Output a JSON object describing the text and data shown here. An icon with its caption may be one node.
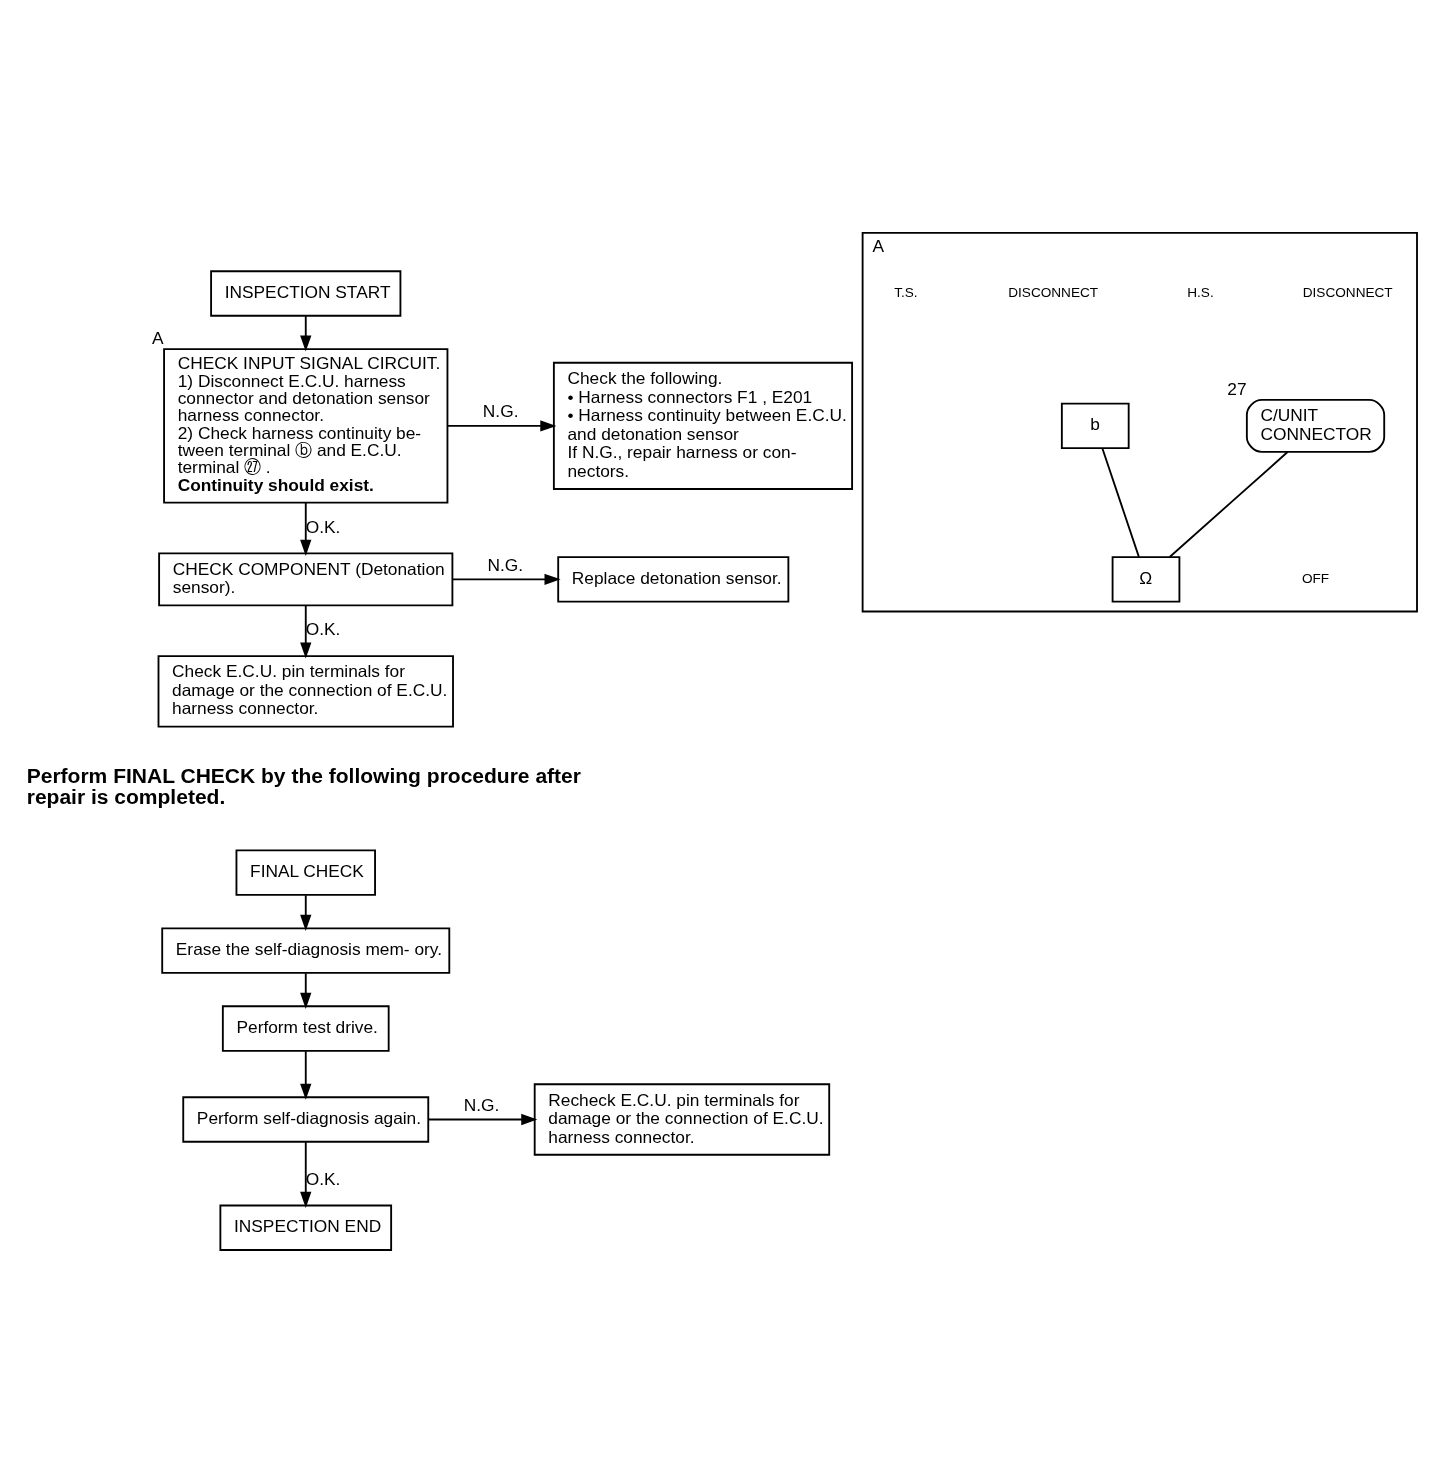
{
  "diagram": {
    "nodes": [
      {
        "text": [
          "A"
        ]
      },
      {
        "text": [
          "C/UNIT",
          "CONNECTOR"
        ],
        "in": 0,
        "beside": [
          "27"
        ]
      },
      {
        "text": [
          "b"
        ],
        "in": 0
      },
      {
        "text": [
          "Ω"
        ],
        "in": 0
      },
      {
        "text": [
          "INSPECTION START"
        ]
      },
      {
        "text": [
          "CHECK INPUT SIGNAL CIRCUIT.",
          "1) Disconnect E.C.U. harness connector and detonation sensor harness connector.",
          "2) Check harness continuity be- tween terminal ⓑ and E.C.U. terminal ㉗ .",
          "Continuity should exist."
        ],
        "beside": [
          "A"
        ]
      },
      {
        "text": [
          "Check the following.",
          "• Harness connectors F1 , E201",
          "• Harness continuity between E.C.U. and detonation sensor",
          "If N.G., repair harness or con- nectors."
        ]
      },
      {
        "text": [
          "CHECK COMPONENT (Detonation sensor)."
        ]
      },
      {
        "text": [
          "Replace detonation sensor."
        ]
      },
      {
        "text": [
          "Check E.C.U. pin terminals for damage or the connection of E.C.U. harness connector."
        ]
      },
      {
        "text": [
          "FINAL CHECK"
        ]
      },
      {
        "text": [
          "Erase the self-diagnosis mem- ory."
        ]
      },
      {
        "text": [
          "Perform test drive."
        ]
      },
      {
        "text": [
          "Perform self-diagnosis again."
        ]
      },
      {
        "text": [
          "Recheck E.C.U. pin terminals for damage or the connection of E.C.U. harness connector."
        ]
      },
      {
        "text": [
          "INSPECTION END"
        ]
      }
    ],
    "edges": [
      {
        "from": 1,
        "to": 3,
        "arrow": "none"
      },
      {
        "from": 2,
        "to": 3,
        "arrow": "none"
      },
      {
        "from": 4,
        "to": 5,
        "arrow": "to"
      },
      {
        "from": 5,
        "to": 6,
        "arrow": "to",
        "label": "N.G."
      },
      {
        "from": 5,
        "to": 7,
        "arrow": "to",
        "label": "O.K."
      },
      {
        "from": 7,
        "to": 8,
        "arrow": "to",
        "label": "N.G."
      },
      {
        "from": 7,
        "to": 9,
        "arrow": "to",
        "label": "O.K."
      },
      {
        "from": 10,
        "to": 11,
        "arrow": "to"
      },
      {
        "from": 11,
        "to": 12,
        "arrow": "to"
      },
      {
        "from": 12,
        "to": 13,
        "arrow": "to"
      },
      {
        "from": 13,
        "to": 14,
        "arrow": "to",
        "label": "N.G."
      },
      {
        "from": 13,
        "to": 15,
        "arrow": "to",
        "label": "O.K."
      }
    ],
    "labels": [
      "DISCONNECT",
      "H.S.",
      "DISCONNECT",
      "T.S.",
      "OFF",
      "Perform FINAL CHECK by the following procedure after repair is completed."
    ]
  }
}
